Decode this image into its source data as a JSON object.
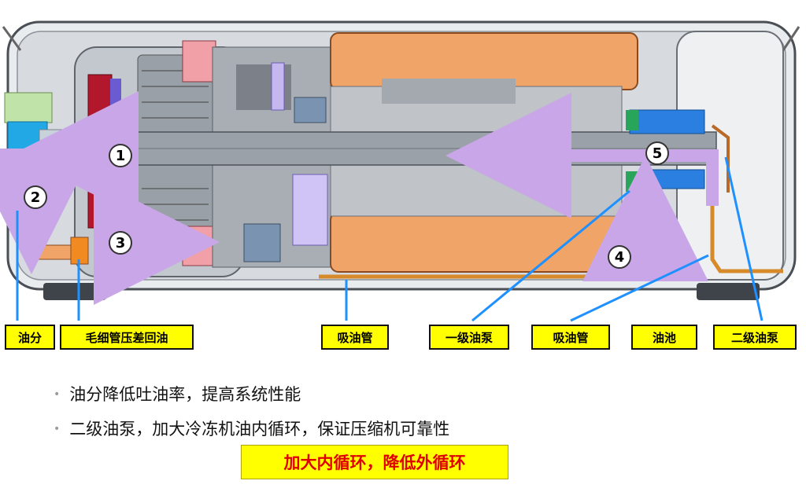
{
  "markers": [
    "1",
    "2",
    "3",
    "4",
    "5"
  ],
  "labels": {
    "oil_separator": "油分",
    "capillary_return": "毛细管压差回油",
    "suction_pipe_a": "吸油管",
    "pump_stage1": "一级油泵",
    "suction_pipe_b": "吸油管",
    "oil_sump": "油池",
    "pump_stage2": "二级油泵"
  },
  "bullets": [
    "油分降低吐油率，提高系统性能",
    "二级油泵，加大冷冻机油内循环，保证压缩机可靠性"
  ],
  "highlight": "加大内循环，降低外循环",
  "colors": {
    "callout_bg": "#ffff00",
    "leader_line": "#1e90ff",
    "flow_arrow": "#c9a6e8",
    "highlight_text": "#e00000"
  }
}
